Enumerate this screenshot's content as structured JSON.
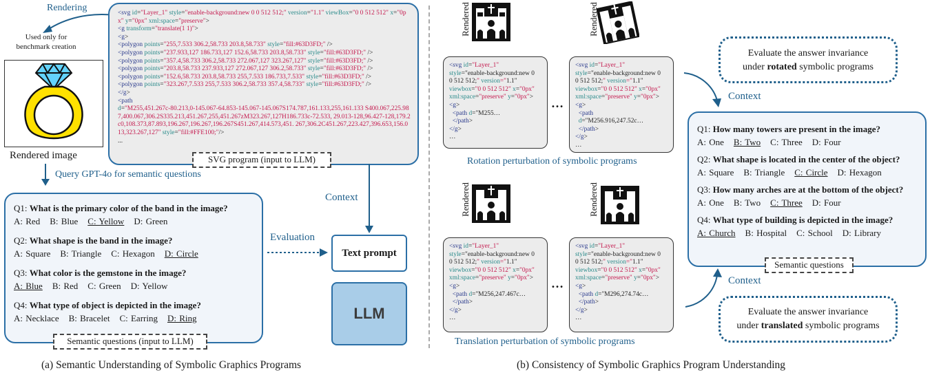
{
  "left": {
    "rendering_label": "Rendering",
    "used_only_note": "Used only for benchmark creation",
    "rendered_image_label": "Rendered image",
    "svg_code_lines": [
      "<svg id=\"Layer_1\" style=\"enable-background:new 0 0 512 512;\" version=\"1.1\" viewBox=\"0 0 512 512\" x=\"0px\" y=\"0px\" xml:space=\"preserve\">",
      "<g transform=\"translate(1 1)\">",
      "<g>",
      "<polygon points=\"255,7.533 306.2,58.733 203.8,58.733\" style=\"fill:#63D3FD;\" />",
      "<polygon points=\"237.933,127 186.733,127 152.6,58.733 203.8,58.733\" style=\"fill:#63D3FD;\" />",
      "<polygon points=\"357.4,58.733 306.2,58.733 272.067,127 323.267,127\" style=\"fill:#63D3FD;\" />",
      "<polygon points=\"203.8,58.733 237.933,127 272.067,127 306.2,58.733\" style=\"fill:#63D3FD;\" />",
      "<polygon points=\"152.6,58.733 203.8,58.733 255,7.533 186.733,7.533\" style=\"fill:#63D3FD;\" />",
      "<polygon points=\"323.267,7.533 255,7.533 306.2,58.733 357.4,58.733\" style=\"fill:#63D3FD;\" />",
      "</g>",
      "<path",
      "d=\"M255,451.267c-80.213,0-145.067-64.853-145.067-145.067S174.787,161.133,255,161.133 S400.067,225.987,400.067,306.2S335.213,451.267,255,451.267zM323.267,127H186.733c-72.533, 29.013-128,96.427-128,179.2c0,108.373,87.893,196.267,196.267,196.267S451.267,414.573,451. 267,306.2C451.267,223.427,396.653,156.013,323.267,127\" style=\"fill:#FFE100;\"/>",
      "..."
    ],
    "svg_program_label": "SVG program (input to LLM)",
    "query_label": "Query GPT-4o for semantic questions",
    "context_label": "Context",
    "evaluation_label": "Evaluation",
    "text_prompt_label": "Text prompt",
    "llm_label": "LLM",
    "questions": [
      {
        "q_prefix": "Q1:",
        "q_text": "What is the primary color of the band in the image?",
        "options": [
          {
            "t": "A: Red",
            "u": false
          },
          {
            "t": "B: Blue",
            "u": false
          },
          {
            "t": "C: Yellow",
            "u": true
          },
          {
            "t": "D: Green",
            "u": false
          }
        ]
      },
      {
        "q_prefix": "Q2:",
        "q_text": "What shape is the band in the image?",
        "options": [
          {
            "t": "A: Square",
            "u": false
          },
          {
            "t": "B: Triangle",
            "u": false
          },
          {
            "t": "C: Hexagon",
            "u": false
          },
          {
            "t": "D: Circle",
            "u": true
          }
        ]
      },
      {
        "q_prefix": "Q3:",
        "q_text": "What color is the gemstone in the image?",
        "options": [
          {
            "t": "A: Blue",
            "u": true
          },
          {
            "t": "B: Red",
            "u": false
          },
          {
            "t": "C: Green",
            "u": false
          },
          {
            "t": "D: Yellow",
            "u": false
          }
        ]
      },
      {
        "q_prefix": "Q4:",
        "q_text": "What type of object is depicted in the image?",
        "options": [
          {
            "t": "A: Necklace",
            "u": false
          },
          {
            "t": "B: Bracelet",
            "u": false
          },
          {
            "t": "C: Earring",
            "u": false
          },
          {
            "t": "D: Ring",
            "u": true
          }
        ]
      }
    ],
    "semantic_label": "Semantic questions (input to LLM)",
    "caption": "(a) Semantic Understanding of Symbolic Graphics Programs"
  },
  "right": {
    "rendered_label": "Rendered",
    "rot_code_1": [
      "<svg id=\"Layer_1\"",
      "style=\"enable-background:new 0",
      "0 512 512;\" version=\"1.1\"",
      "viewbox=\"0 0 512 512\" x=\"0px\"",
      "xml:space=\"preserve\" y=\"0px\">",
      "<g>",
      "  <path d=\"M255…",
      "  </path>",
      "</g>",
      "…"
    ],
    "rot_code_2": [
      "<svg id=\"Layer_1\"",
      "style=\"enable-background:new 0",
      "0 512 512;\" version=\"1.1\"",
      "viewbox=\"0 0 512 512\" x=\"0px\"",
      "xml:space=\"preserve\" y=\"0px\">",
      "<g>",
      "  <path",
      "  d=\"M256.916,247.52c…",
      "  </path>",
      "</g>",
      "…"
    ],
    "trans_code_1": [
      "<svg id=\"Layer_1\"",
      "style=\"enable-background:new 0",
      "0 512 512;\" version=\"1.1\"",
      "viewbox=\"0 0 512 512\" x=\"0px\"",
      "xml:space=\"preserve\" y=\"0px\">",
      "<g>",
      "  <path d=\"M256,247.467c…",
      "  </path>",
      "</g>",
      "…"
    ],
    "trans_code_2": [
      "<svg id=\"Layer_1\"",
      "style=\"enable-background:new 0",
      "0 512 512;\" version=\"1.1\"",
      "viewbox=\"0 0 512 512\" x=\"0px\"",
      "xml:space=\"preserve\" y=\"0px\">",
      "<g>",
      "  <path d=\"M296,274.74c…",
      "  </path>",
      "</g>",
      "…"
    ],
    "ellipsis": "…",
    "rotation_caption": "Rotation perturbation of symbolic programs",
    "translation_caption": "Translation perturbation of symbolic programs",
    "eval_rot": {
      "pre": "Evaluate the answer invariance",
      "mid_pre": "under ",
      "bold": "rotated",
      "mid_post": " symbolic programs"
    },
    "eval_trans": {
      "pre": "Evaluate the answer invariance",
      "mid_pre": "under ",
      "bold": "translated",
      "mid_post": " symbolic programs"
    },
    "context_label": "Context",
    "questions": [
      {
        "q_prefix": "Q1:",
        "q_text": "How many towers are present in the image?",
        "options": [
          {
            "t": "A: One",
            "u": false
          },
          {
            "t": "B: Two",
            "u": true
          },
          {
            "t": "C: Three",
            "u": false
          },
          {
            "t": "D: Four",
            "u": false
          }
        ]
      },
      {
        "q_prefix": "Q2:",
        "q_text": "What shape is located in the center of the object?",
        "options": [
          {
            "t": "A: Square",
            "u": false
          },
          {
            "t": "B: Triangle",
            "u": false
          },
          {
            "t": "C: Circle",
            "u": true
          },
          {
            "t": "D: Hexagon",
            "u": false
          }
        ]
      },
      {
        "q_prefix": "Q3:",
        "q_text": "How many arches are at the bottom of the object?",
        "options": [
          {
            "t": "A: One",
            "u": false
          },
          {
            "t": "B: Two",
            "u": false
          },
          {
            "t": "C: Three",
            "u": true
          },
          {
            "t": "D: Four",
            "u": false
          }
        ]
      },
      {
        "q_prefix": "Q4:",
        "q_text": "What type of building is depicted in the image?",
        "options": [
          {
            "t": "A: Church",
            "u": true
          },
          {
            "t": "B: Hospital",
            "u": false
          },
          {
            "t": "C: School",
            "u": false
          },
          {
            "t": "D: Library",
            "u": false
          }
        ]
      }
    ],
    "semantic_label": "Semantic questions",
    "caption": "(b) Consistency of Symbolic Graphics Program Understanding"
  },
  "colors": {
    "accent": "#1f5f8b",
    "panel_border": "#2b6fa6",
    "gem": "#63D3FD",
    "band": "#FFE100",
    "llm_fill": "#a9cde8"
  }
}
